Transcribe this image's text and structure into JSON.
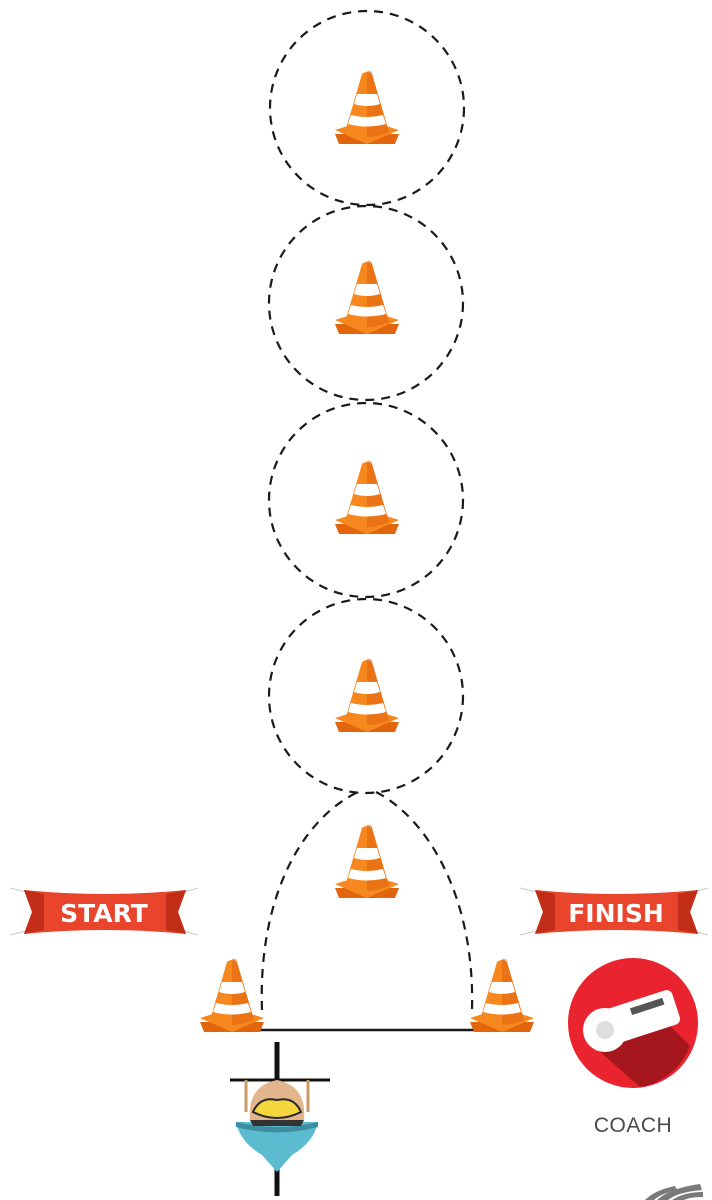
{
  "drill": {
    "start_label": "START",
    "finish_label": "FINISH",
    "coach_label": "COACH",
    "slalom_cone_count": 5,
    "gate_cone_count": 2
  },
  "colors": {
    "banner_red": "#e8452c",
    "banner_dark": "#c22d17",
    "cone_orange": "#f7871f",
    "cone_dark": "#e0650c",
    "cone_stripe": "#ffffff",
    "whistle_circle": "#e9242f",
    "whistle_shadow": "#8e1218",
    "kayak_blue": "#5bbcd0",
    "helmet_yellow": "#f5d63c",
    "skin": "#e3b58c",
    "path_line": "#1a1a1a"
  },
  "icons": {
    "cone": "traffic-cone-icon",
    "whistle": "whistle-icon",
    "athlete": "kayaker-icon",
    "logo": "feather-logo-icon"
  }
}
